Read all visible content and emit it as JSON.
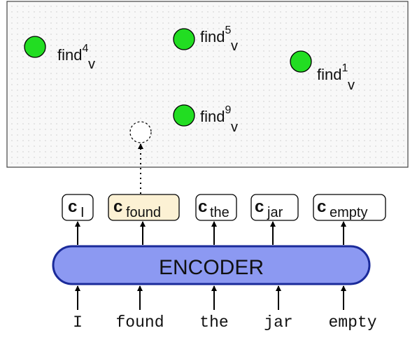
{
  "embedding_space": {
    "points": [
      {
        "base": "find",
        "sub": "v",
        "sup": "4",
        "color": "#22dd22"
      },
      {
        "base": "find",
        "sub": "v",
        "sup": "5",
        "color": "#22dd22"
      },
      {
        "base": "find",
        "sub": "v",
        "sup": "1",
        "color": "#22dd22"
      },
      {
        "base": "find",
        "sub": "v",
        "sup": "9",
        "color": "#22dd22"
      }
    ],
    "query_point": {
      "style": "dashed-circle"
    },
    "background": "#f8f8f8",
    "grid_dot_color": "#c8c8c8"
  },
  "contexts": [
    {
      "base": "c",
      "sub": "I",
      "highlighted": false
    },
    {
      "base": "c",
      "sub": "found",
      "highlighted": true
    },
    {
      "base": "c",
      "sub": "the",
      "highlighted": false
    },
    {
      "base": "c",
      "sub": "jar",
      "highlighted": false
    },
    {
      "base": "c",
      "sub": "empty",
      "highlighted": false
    }
  ],
  "encoder": {
    "label": "ENCODER",
    "fill": "#8c99f2",
    "stroke": "#1a2a9a"
  },
  "tokens": [
    "I",
    "found",
    "the",
    "jar",
    "empty"
  ],
  "colors": {
    "highlight": "#fcf1d4",
    "arrow": "#000000"
  }
}
